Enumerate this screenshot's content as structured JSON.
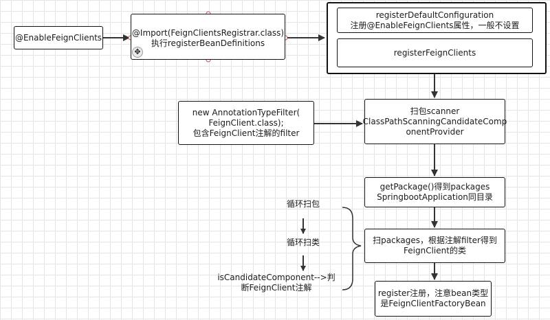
{
  "nodes": {
    "enable": "@EnableFeignClients",
    "import_line1": "@Import(FeignClientsRegistrar.class)",
    "import_line2": "执行registerBeanDefinitions",
    "default_config_line1": "registerDefaultConfiguration",
    "default_config_line2": "注册@EnableFeignClients属性，一般不设置",
    "register_clients": "registerFeignClients",
    "filter_line1": "new AnnotationTypeFilter(",
    "filter_line2": "FeignClient.class);",
    "filter_line3": "包含FeignClient注解的filter",
    "scanner_line1": "扫包scanner",
    "scanner_line2": "ClassPathScanningCandidateComp",
    "scanner_line3": "onentProvider",
    "package_line1": "getPackage()得到packages",
    "package_line2": "SpringbootApplication同目录",
    "scan_line1": "扫packages，根据注解filter得到",
    "scan_line2": "FeignClient的类",
    "register_line1": "register注册，注意bean类型",
    "register_line2": "是FeignClientFactoryBean"
  },
  "annotations": {
    "loop_pkg": "循环扫包",
    "loop_class": "循环扫类",
    "candidate_line1": "isCandidateComponent-->判",
    "candidate_line2": "断FeignClient注解"
  },
  "icons": {
    "move": "move-cursor-icon"
  }
}
